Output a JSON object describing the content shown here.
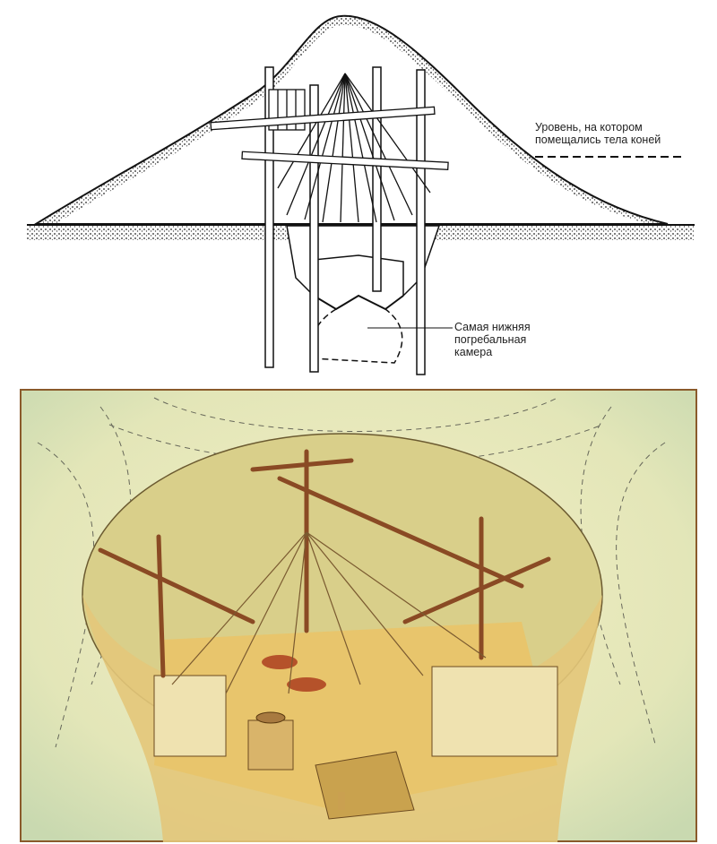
{
  "top_diagram": {
    "label_horse_level": [
      "Уровень, на котором",
      "помещались тела коней"
    ],
    "label_lowest_chamber": [
      "Самая нижняя",
      "погребальная",
      "камера"
    ]
  },
  "colors": {
    "frame": "#8a5a2b",
    "earth": "#e8d9a0",
    "wood": "#9a5a32",
    "wall": "#d9cf8a"
  }
}
